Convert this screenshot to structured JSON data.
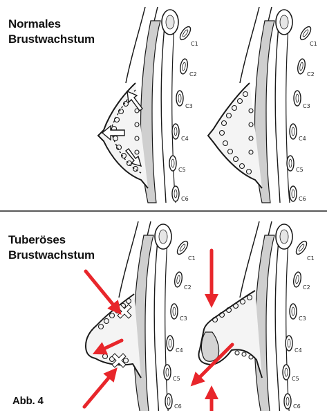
{
  "figure": {
    "section_top_label_line1": "Normales",
    "section_top_label_line2": "Brustwachstum",
    "section_bottom_label_line1": "Tuberöses",
    "section_bottom_label_line2": "Brustwachstum",
    "figure_number": "Abb. 4",
    "rib_labels": [
      "C1",
      "C2",
      "C3",
      "C4",
      "C5",
      "C6"
    ],
    "colors": {
      "arrow": "#e8262b",
      "ink": "#1a1a1a",
      "divider": "#222222"
    },
    "icons": [
      "red-arrow-icon",
      "white-arrow-icon",
      "x-marker-icon"
    ]
  }
}
